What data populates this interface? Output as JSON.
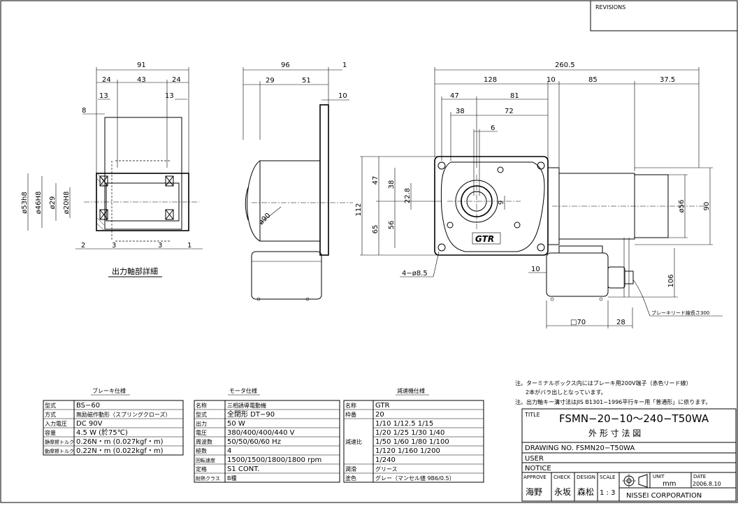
{
  "revisions": "REVISIONS",
  "side_view": {
    "dims": {
      "total_width": "91",
      "seg_left": "24",
      "seg_mid": "43",
      "seg_right": "24",
      "inner_left": "13",
      "inner_right": "13",
      "flange_offset": "8",
      "dia_outer": "ø53h8",
      "dia_mid": "ø46H8",
      "dia_inner": "ø29",
      "dia_bore": "ø20H8",
      "gap_left_outer": "2",
      "gap_left_inner": "3",
      "gap_right_inner": "3",
      "gap_right_outer": "1"
    },
    "caption": "出力軸部詳細"
  },
  "motor_view": {
    "dims": {
      "total": "96",
      "flange_gap": "1",
      "seg_a": "29",
      "seg_b": "51",
      "flange": "10",
      "motor_dia": "ø90"
    }
  },
  "front_view": {
    "dims": {
      "overall": "260.5",
      "gearbox": "128",
      "spacer": "10",
      "motor_len": "85",
      "tail": "37.5",
      "half_a": "47",
      "half_b": "81",
      "shaft_off": "38",
      "shaft_to": "72",
      "key": "6",
      "h_top": "47",
      "h_shaft": "38",
      "h_key": "22.8",
      "h_total": "112",
      "h_bottom": "65",
      "h_mid": "56",
      "shaft_h": "9",
      "holes": "4−ø8.5",
      "motor_dia": "ø56",
      "motor_h": "90",
      "box_h": "106",
      "box_off": "10",
      "box_w": "□70",
      "box_tail": "28",
      "lead_note": "ブレーキリード線長さ300",
      "logo": "GTR"
    }
  },
  "brake_spec": {
    "title": "ブレーキ仕様",
    "rows": [
      [
        "型式",
        "BS−60"
      ],
      [
        "方式",
        "無励磁作動形（スプリングクローズ）"
      ],
      [
        "入力電圧",
        "DC 90V"
      ],
      [
        "容量",
        "4.5 W  (於75℃)"
      ],
      [
        "静摩擦トルク",
        "0.26N・m (0.027kgf・m)"
      ],
      [
        "動摩擦トルク",
        "0.22N・m (0.022kgf・m)"
      ]
    ]
  },
  "motor_spec": {
    "title": "モータ仕様",
    "rows": [
      [
        "名称",
        "三相誘導電動機"
      ],
      [
        "型式",
        "全閉形  DT−90"
      ],
      [
        "出力",
        "50 W"
      ],
      [
        "電圧",
        "380/400/400/440 V"
      ],
      [
        "周波数",
        "50/50/60/60 Hz"
      ],
      [
        "極数",
        "4"
      ],
      [
        "回転速度",
        "1500/1500/1800/1800 rpm"
      ],
      [
        "定格",
        "S1 CONT."
      ],
      [
        "耐熱クラス",
        "B種"
      ]
    ]
  },
  "reducer_spec": {
    "title": "減速機仕様",
    "rows": [
      [
        "名称",
        "GTR"
      ],
      [
        "枠番",
        "20"
      ],
      [
        "減速比",
        "1/10  1/12.5  1/15"
      ],
      [
        "",
        "1/20  1/25  1/30  1/40"
      ],
      [
        "",
        "1/50  1/60  1/80  1/100"
      ],
      [
        "",
        "1/120  1/160  1/200"
      ],
      [
        "",
        "1/240"
      ],
      [
        "潤滑",
        "グリース"
      ],
      [
        "塗色",
        "グレー（マンセル値 9B6/0.5）"
      ]
    ]
  },
  "notes": [
    "注。ターミナルボックス内にはブレーキ用200V端子（赤色リード線）",
    "2本がバラ出しとなっています。",
    "注。出力軸キー溝寸法はJIS B1301−1996平行キー用「普通形」に依ります。"
  ],
  "title_block": {
    "title_label": "TITLE",
    "title": "FSMN−20−10〜240−T50WA",
    "subtitle": "外  形  寸  法  図",
    "drawing_no": "DRAWING NO. FSMN20−T50WA",
    "user": "USER",
    "notice": "NOTICE",
    "approve_label": "APPROVE",
    "check_label": "CHECK",
    "design_label": "DESIGN",
    "scale_label": "SCALE",
    "approve": "海野",
    "check": "永坂",
    "design": "森松",
    "scale": "1 : 3",
    "unit_label": "UNIT",
    "unit": "mm",
    "date_label": "DATE",
    "date": "2006.8.10",
    "company": "NISSEI  CORPORATION"
  }
}
